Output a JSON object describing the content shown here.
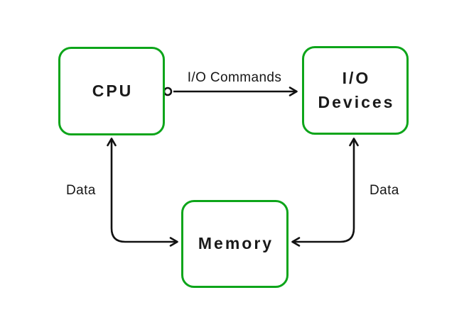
{
  "diagram": {
    "nodes": {
      "cpu": {
        "label": "CPU"
      },
      "io_devices": {
        "label": "I/O Devices",
        "line1": "I/O",
        "line2": "Devices"
      },
      "memory": {
        "label": "Memory"
      }
    },
    "edges": {
      "cpu_to_io_devices": {
        "label": "I/O Commands"
      },
      "cpu_memory": {
        "label": "Data"
      },
      "io_devices_memory": {
        "label": "Data"
      }
    },
    "colors": {
      "node_border": "#0da51a",
      "arrow": "#121212",
      "text": "#161616",
      "background": "#ffffff"
    }
  }
}
